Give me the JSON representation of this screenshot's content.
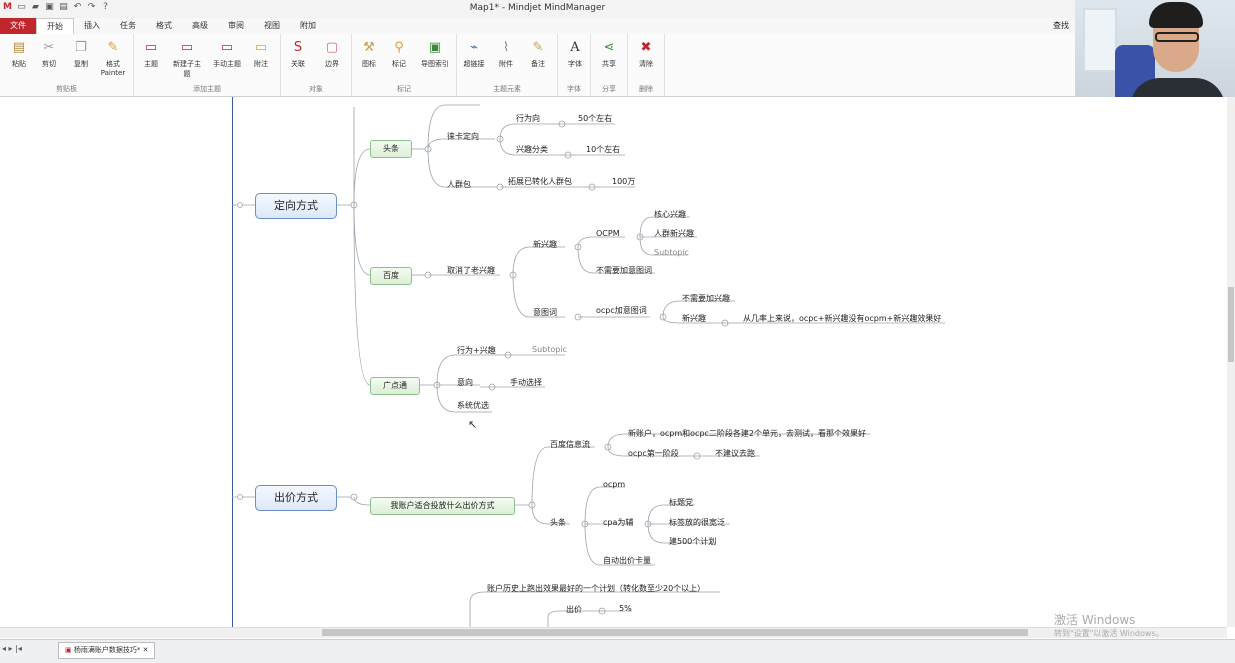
{
  "window": {
    "title": "Map1* - Mindjet MindManager",
    "search_label": "查找"
  },
  "tabs": [
    "文件",
    "开始",
    "插入",
    "任务",
    "格式",
    "高级",
    "审阅",
    "视图",
    "附加"
  ],
  "ribbon": {
    "paste": "粘贴",
    "cut": "剪切",
    "copy": "复制",
    "format_painter_1": "格式",
    "format_painter_2": "Painter",
    "topic": "主题",
    "subtopic": "新建子主题",
    "floating_topic": "手动主题",
    "callout": "附注",
    "relationship": "关联",
    "boundary": "边界",
    "icons": "图标",
    "tags": "标记",
    "map_index": "导图索引",
    "hyperlink": "超链接",
    "attachment": "附件",
    "notes": "备注",
    "font": "字体",
    "share": "共享",
    "delete": "清除",
    "groups": {
      "clipboard": "剪贴板",
      "add_topic": "添加主题",
      "objects": "对象",
      "markers": "标记",
      "topic_elements": "主题元素",
      "font": "字体",
      "share": "分享",
      "delete": "删除"
    }
  },
  "map": {
    "targeting": "定向方式",
    "toutiao": "头条",
    "card_targeting": "徕卡定向",
    "behavior": "行为向",
    "behavior_count": "50个左右",
    "interest_cat": "兴趣分类",
    "interest_count": "10个左右",
    "audience": "人群包",
    "expand_audience": "拓展已转化人群包",
    "audience_size": "100万",
    "baidu": "百度",
    "cancel_old": "取消了老兴趣",
    "new_interest": "新兴趣",
    "ocpm": "OCPM",
    "core_interest": "核心兴趣",
    "crowd_interest": "人群新兴趣",
    "subtopic": "Subtopic",
    "no_intent_word": "不需要加意图词",
    "intent_word": "意图词",
    "ocpc_intent": "ocpc加意图词",
    "no_interest": "不需要加兴趣",
    "new_interest2": "新兴趣",
    "probability": "从几率上来说，ocpc+新兴趣没有ocpm+新兴趣效果好",
    "gdt": "广点通",
    "behavior_interest": "行为+兴趣",
    "subtopic2": "Subtopic",
    "intent": "意向",
    "manual": "手动选择",
    "system": "系统优选",
    "bidding": "出价方式",
    "which_bid": "我账户适合投放什么出价方式",
    "baidu_feed": "百度信息流",
    "new_account": "新账户，ocpm和ocpc二阶段各建2个单元，去测试，看那个效果好",
    "ocpc_stage1": "ocpc第一阶段",
    "not_recommend": "不建议去跑",
    "toutiao2": "头条",
    "ocpm2": "ocpm",
    "cpa": "cpa为辅",
    "title_party": "标题党",
    "broad_tag": "标签放的很宽泛",
    "build_500": "建500个计划",
    "auto_bid": "自动出价卡量",
    "history": "账户历史上跑出效果最好的一个计划（转化数至少20个以上）",
    "bid": "出价",
    "bid_pct": "5%"
  },
  "status": {
    "doc_tab": "杨雨满账户数据技巧*",
    "watermark_title": "激活 Windows",
    "watermark_sub": "转到\"设置\"以激活 Windows。"
  }
}
